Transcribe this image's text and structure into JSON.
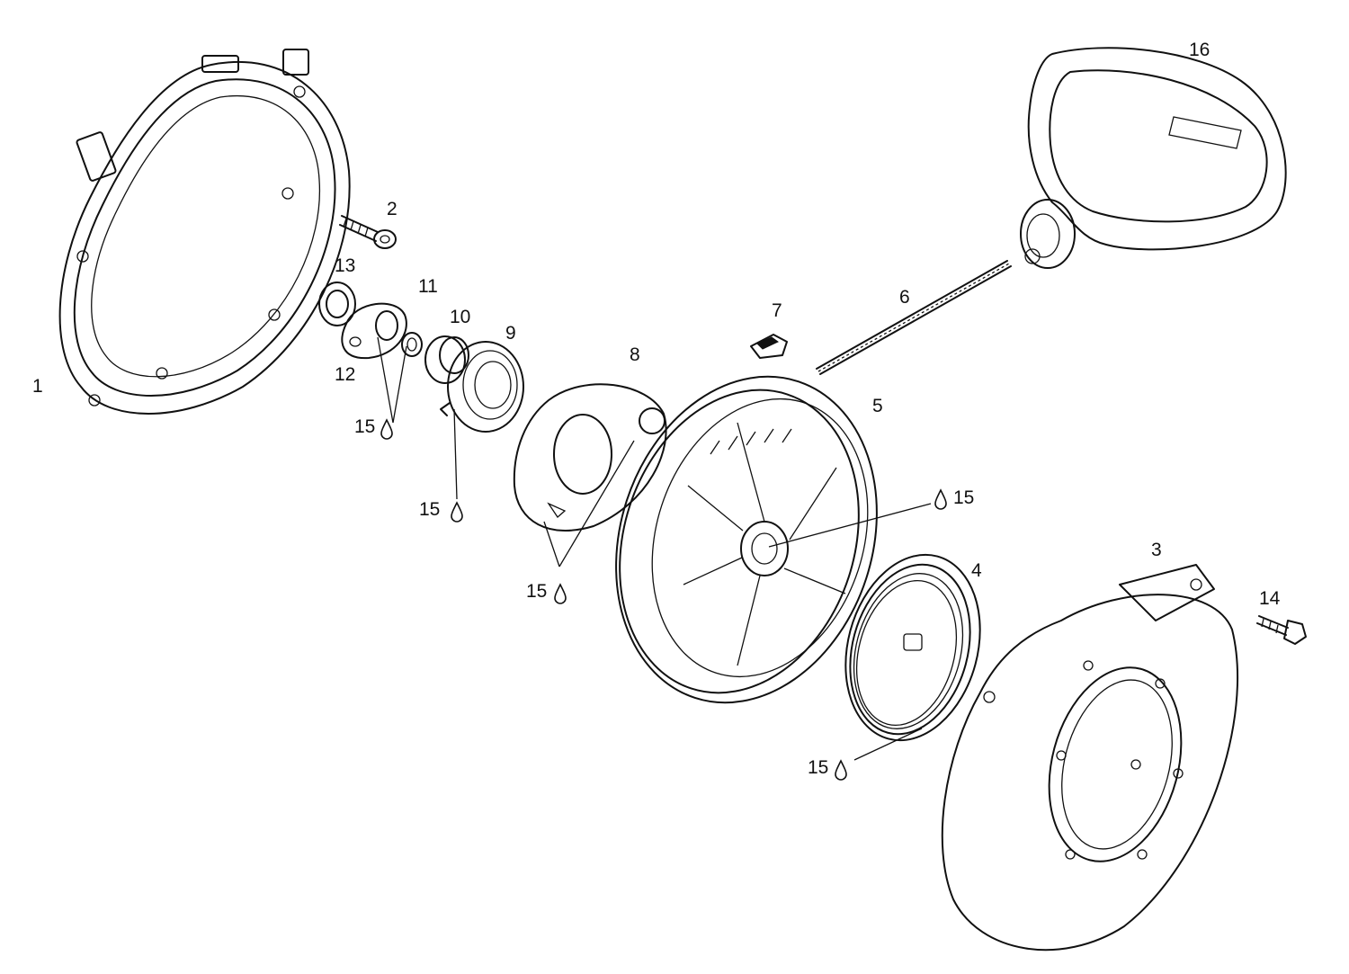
{
  "callouts": [
    {
      "id": "1",
      "text": "1"
    },
    {
      "id": "2",
      "text": "2"
    },
    {
      "id": "3",
      "text": "3"
    },
    {
      "id": "4",
      "text": "4"
    },
    {
      "id": "5",
      "text": "5"
    },
    {
      "id": "6",
      "text": "6"
    },
    {
      "id": "7",
      "text": "7"
    },
    {
      "id": "8",
      "text": "8"
    },
    {
      "id": "9",
      "text": "9"
    },
    {
      "id": "10",
      "text": "10"
    },
    {
      "id": "11",
      "text": "11"
    },
    {
      "id": "12",
      "text": "12"
    },
    {
      "id": "13",
      "text": "13"
    },
    {
      "id": "14",
      "text": "14"
    },
    {
      "id": "16",
      "text": "16"
    }
  ],
  "lubrication": [
    {
      "id": "15a",
      "text": "15"
    },
    {
      "id": "15b",
      "text": "15"
    },
    {
      "id": "15c",
      "text": "15"
    },
    {
      "id": "15d",
      "text": "15"
    },
    {
      "id": "15e",
      "text": "15"
    }
  ],
  "lubrication_symbol": "oil-drop-icon",
  "colors": {
    "line": "#111111",
    "background": "#ffffff"
  }
}
